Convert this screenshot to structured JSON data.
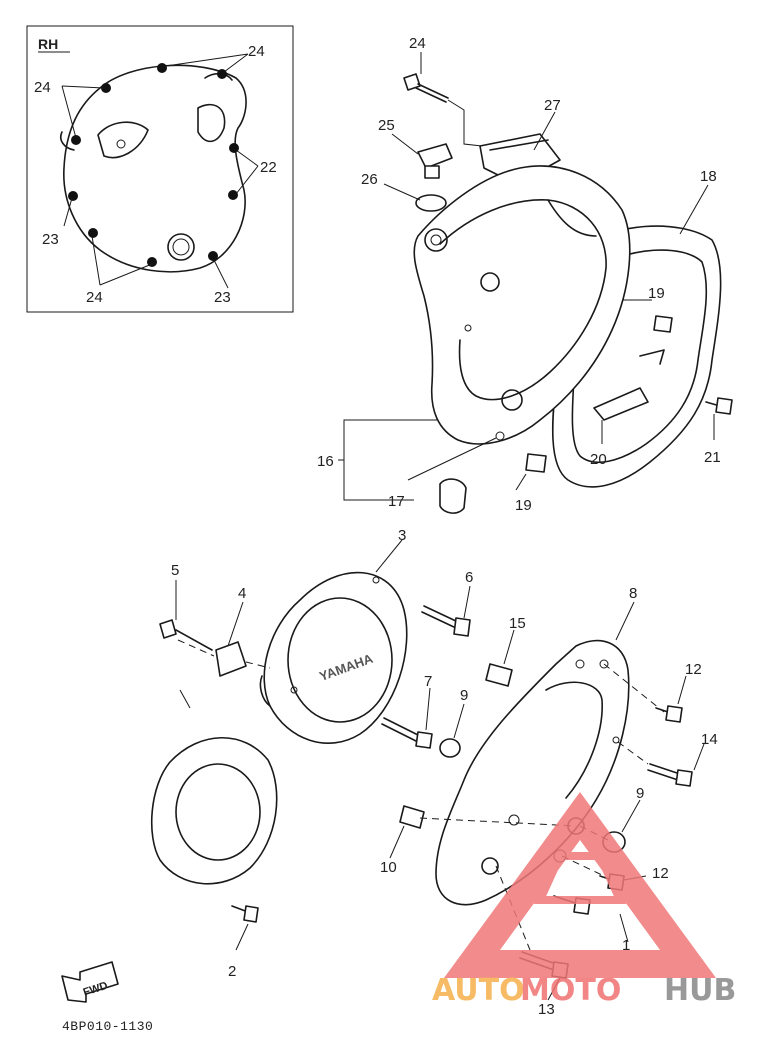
{
  "diagram_code": "4BP010-1130",
  "inset": {
    "label": "RH",
    "callouts": [
      "24",
      "24",
      "22",
      "23",
      "24",
      "23"
    ]
  },
  "fwd_label": "FWD",
  "parts": {
    "p1": "1",
    "p2": "2",
    "p3": "3",
    "p4": "4",
    "p5": "5",
    "p6": "6",
    "p7": "7",
    "p8": "8",
    "p9a": "9",
    "p9b": "9",
    "p10": "10",
    "p12a": "12",
    "p12b": "12",
    "p13": "13",
    "p14": "14",
    "p15": "15",
    "p16": "16",
    "p17": "17",
    "p18": "18",
    "p19a": "19",
    "p19b": "19",
    "p20": "20",
    "p21": "21",
    "p24": "24",
    "p25": "25",
    "p26": "26",
    "p27": "27"
  },
  "watermark": {
    "part1": "AUTO",
    "part2": "MOTO",
    "part3": "HUB",
    "color1": "#f5b04a",
    "color2": "#f07070",
    "color3": "#888888",
    "triangle_color": "#f07878"
  }
}
